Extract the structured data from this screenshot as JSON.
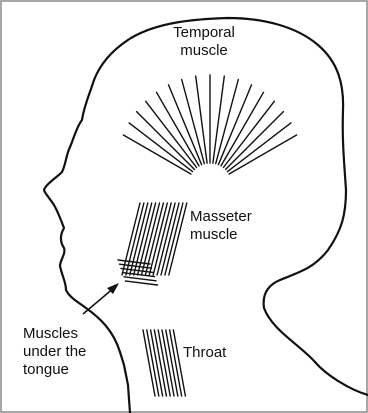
{
  "colors": {
    "background": "#ffffff",
    "ink": "#111111",
    "frame": "#888888"
  },
  "labels": {
    "temporal": [
      "Temporal",
      "muscle"
    ],
    "masseter": [
      "Masseter",
      "muscle"
    ],
    "under_tongue": [
      "Muscles",
      "under the",
      "tongue"
    ],
    "throat": [
      "Throat"
    ]
  }
}
